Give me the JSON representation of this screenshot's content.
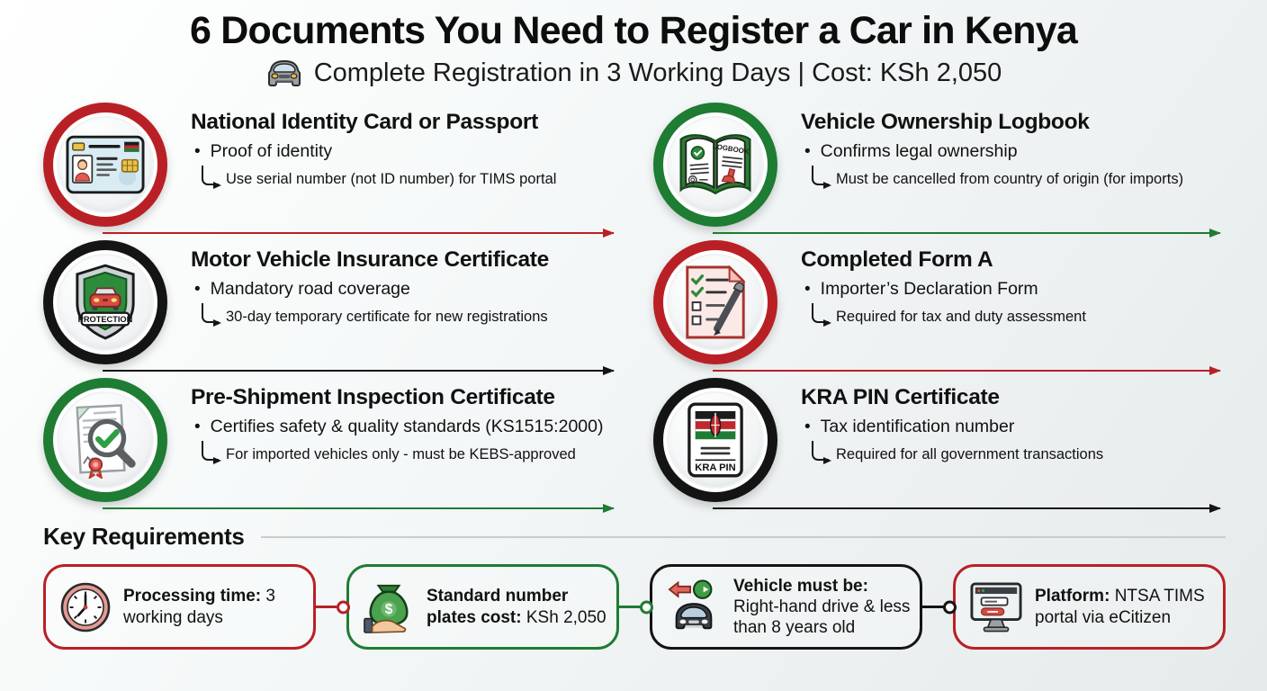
{
  "header": {
    "title": "6 Documents You Need to Register a Car in Kenya",
    "subtitle": "Complete Registration in 3 Working Days | Cost: KSh 2,050",
    "icon": "car-icon"
  },
  "documents": [
    {
      "icon": "id-card-icon",
      "accent": "#b92025",
      "title": "National Identity Card or Passport",
      "bullet": "Proof of identity",
      "note": "Use serial number (not ID number) for TIMS portal"
    },
    {
      "icon": "logbook-icon",
      "accent": "#1e7c33",
      "icon_label": "LOGBOOK",
      "title": "Vehicle Ownership Logbook",
      "bullet": "Confirms legal ownership",
      "note": "Must be cancelled from country of origin (for imports)"
    },
    {
      "icon": "insurance-shield-icon",
      "accent": "#141414",
      "icon_label": "PROTECTION",
      "title": "Motor Vehicle Insurance Certificate",
      "bullet": "Mandatory road coverage",
      "note": "30-day temporary certificate for new registrations"
    },
    {
      "icon": "form-checklist-icon",
      "accent": "#b92025",
      "title": "Completed Form A",
      "bullet": "Importer’s Declaration Form",
      "note": "Required for tax and duty assessment"
    },
    {
      "icon": "inspection-magnifier-icon",
      "accent": "#1e7c33",
      "title": "Pre-Shipment Inspection Certificate",
      "bullet": "Certifies safety & quality standards (KS1515:2000)",
      "note": "For imported vehicles only - must be KEBS-approved"
    },
    {
      "icon": "kra-pin-card-icon",
      "accent": "#141414",
      "icon_label": "KRA PIN",
      "title": "KRA PIN Certificate",
      "bullet": "Tax identification number",
      "note": "Required for all government transactions"
    }
  ],
  "key_requirements": {
    "heading": "Key Requirements",
    "items": [
      {
        "icon": "clock-icon",
        "accent": "#b92025",
        "label": "Processing time:",
        "value": "3 working days"
      },
      {
        "icon": "money-bag-icon",
        "accent": "#1e7c33",
        "label": "Standard number plates cost:",
        "value": "KSh 2,050"
      },
      {
        "icon": "car-direction-icon",
        "accent": "#141414",
        "label": "Vehicle must be:",
        "value": "Right-hand drive & less than 8 years old"
      },
      {
        "icon": "monitor-icon",
        "accent": "#b92025",
        "label": "Platform:",
        "value": "NTSA TIMS portal via eCitizen"
      }
    ]
  },
  "colors": {
    "red": "#b92025",
    "green": "#1e7c33",
    "black": "#141414",
    "divider": "#c7cdcd",
    "background_light": "#ffffff",
    "background_dark": "#e5eaea"
  }
}
